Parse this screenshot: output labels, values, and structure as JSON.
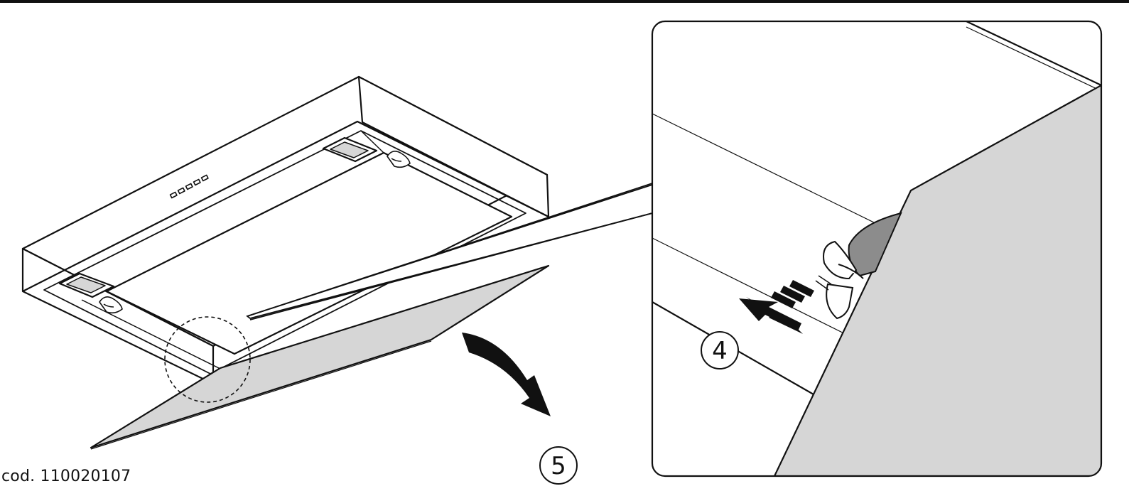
{
  "document": {
    "code": "cod. 110020107"
  },
  "steps": [
    {
      "number": "4",
      "description-icon": "push-tab-arrow"
    },
    {
      "number": "5",
      "description-icon": "tilt-down-arrow"
    }
  ],
  "colors": {
    "line": "#111111",
    "panel_fill": "#d6d6d6",
    "knob_fill": "#8c8c8c",
    "background": "#ffffff"
  }
}
